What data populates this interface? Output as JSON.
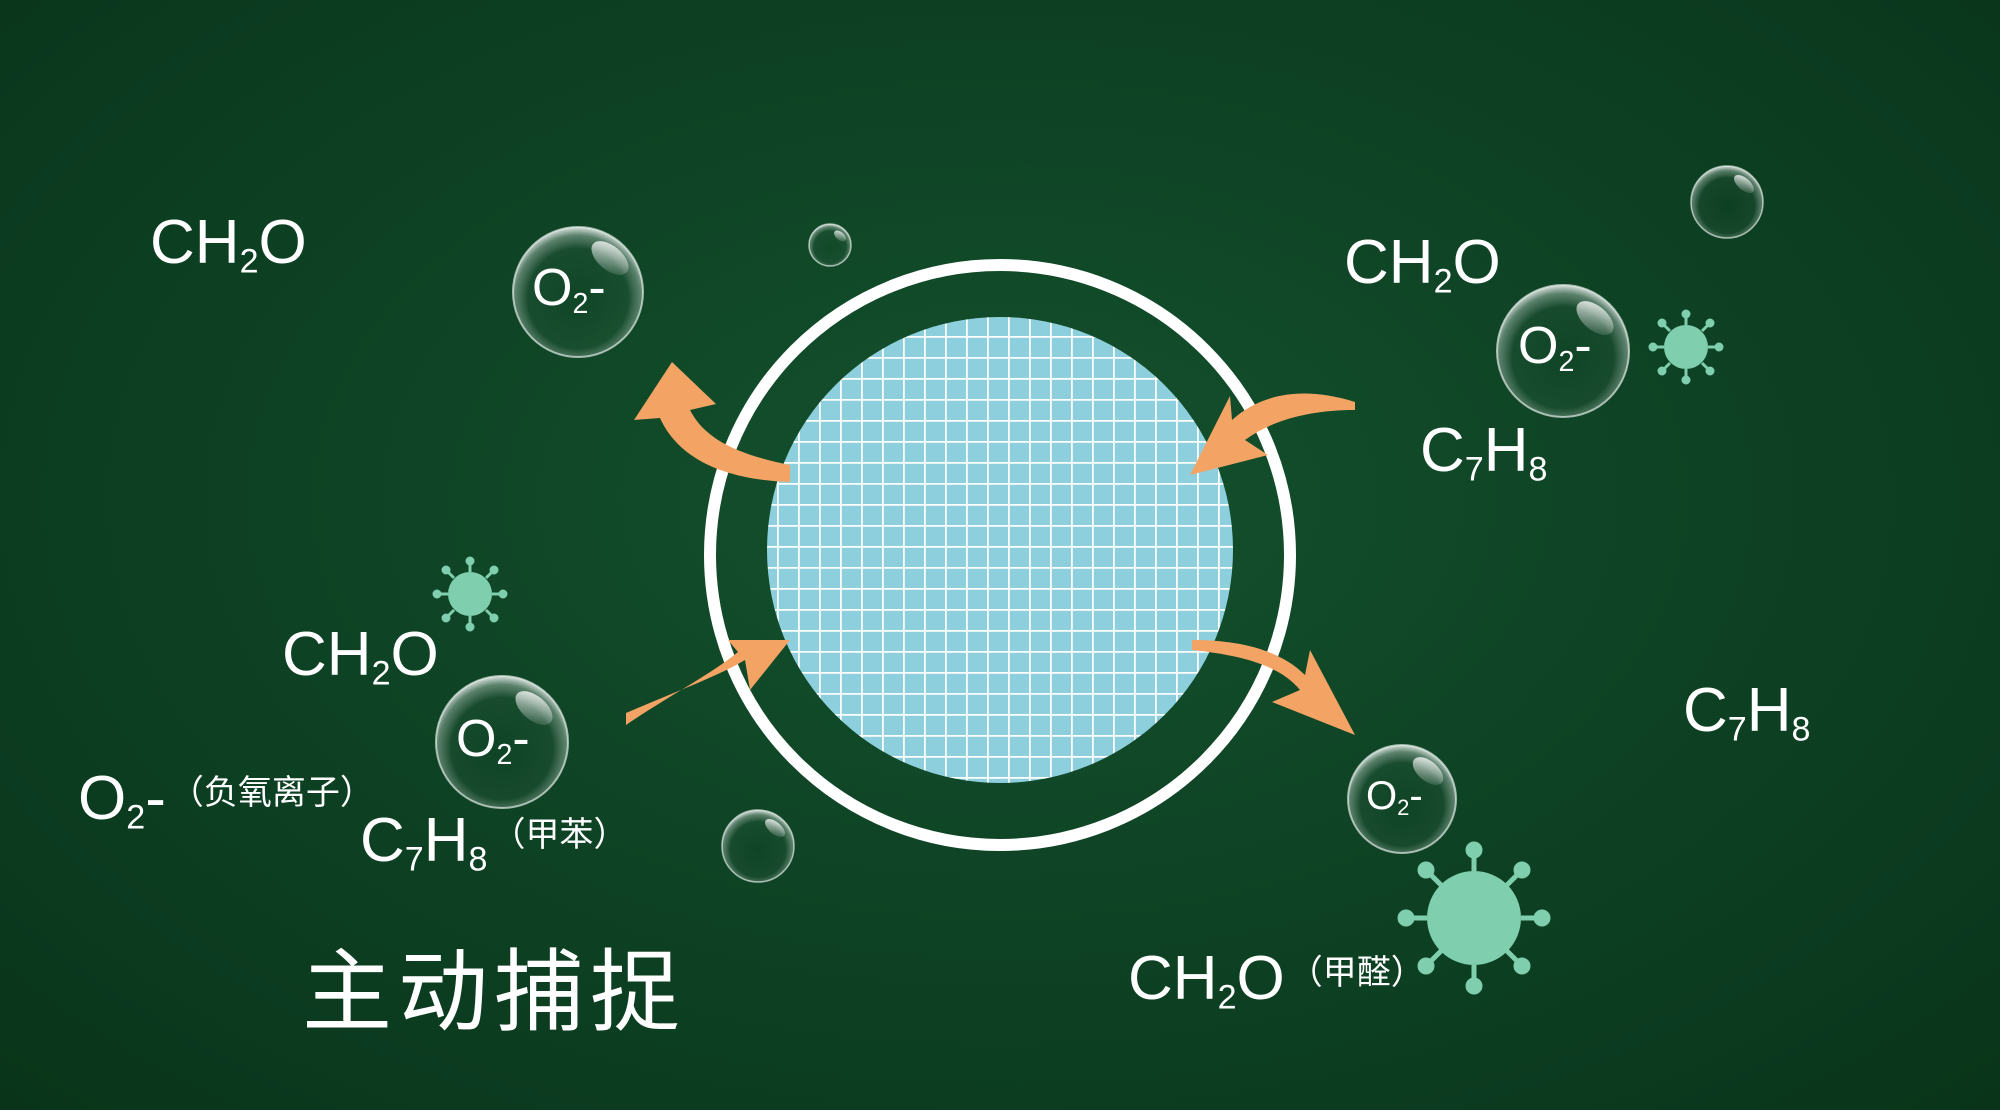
{
  "title": "主动捕捉",
  "formulas": {
    "left_top_ch2o": {
      "base": "CH",
      "sub": "2",
      "tail": "O"
    },
    "left_mid_ch2o": {
      "base": "CH",
      "sub": "2",
      "tail": "O"
    },
    "legend_o2": {
      "base": "O",
      "sub": "2",
      "tail": "-",
      "note": "（负氧离子）"
    },
    "legend_c7h8": {
      "c": "C",
      "sub1": "7",
      "h": "H",
      "sub2": "8",
      "note": "（甲苯）"
    },
    "right_top_ch2o": {
      "base": "CH",
      "sub": "2",
      "tail": "O"
    },
    "right_top_c7h8": {
      "c": "C",
      "sub1": "7",
      "h": "H",
      "sub2": "8"
    },
    "right_mid_c7h8": {
      "c": "C",
      "sub1": "7",
      "h": "H",
      "sub2": "8"
    },
    "bottom_ch2o": {
      "base": "CH",
      "sub": "2",
      "tail": "O",
      "note": "（甲醛）"
    }
  },
  "bubbles": {
    "label": {
      "base": "O",
      "sub": "2",
      "tail": "-"
    }
  },
  "colors": {
    "background": "#0d3d22",
    "ring": "#ffffff",
    "filter_fill": "#8ecfdd",
    "filter_grid": "#ffffff",
    "arrow": "#f3a464",
    "virus": "#7fcfae"
  },
  "icons": [
    "filter-mesh-icon",
    "arrow-icon",
    "bubble-icon",
    "virus-icon"
  ]
}
